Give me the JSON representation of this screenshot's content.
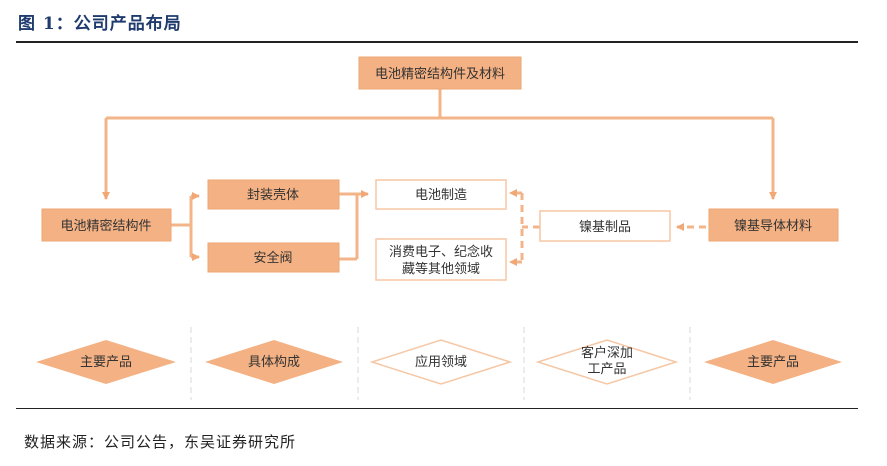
{
  "header": {
    "title": "图 1：公司产品布局"
  },
  "diagram": {
    "top_node": "电池精密结构件及材料",
    "left_node": "电池精密结构件",
    "shell_node": "封装壳体",
    "valve_node": "安全阀",
    "battery_node": "电池制造",
    "consumer_node_line1": "消费电子、纪念收",
    "consumer_node_line2": "藏等其他领域",
    "nickel_product_node": "镍基制品",
    "nickel_material_node": "镍基导体材料"
  },
  "legend": {
    "main_product_left": "主要产品",
    "components": "具体构成",
    "application": "应用领域",
    "customer_line1": "客户深加",
    "customer_line2": "工产品",
    "main_product_right": "主要产品"
  },
  "footer": {
    "source": "数据来源：公司公告，东吴证券研究所"
  },
  "colors": {
    "accent": "#f4b183",
    "accent_stroke": "#eda673",
    "outline": "#f6c7a4",
    "title": "#1f3b6e"
  }
}
